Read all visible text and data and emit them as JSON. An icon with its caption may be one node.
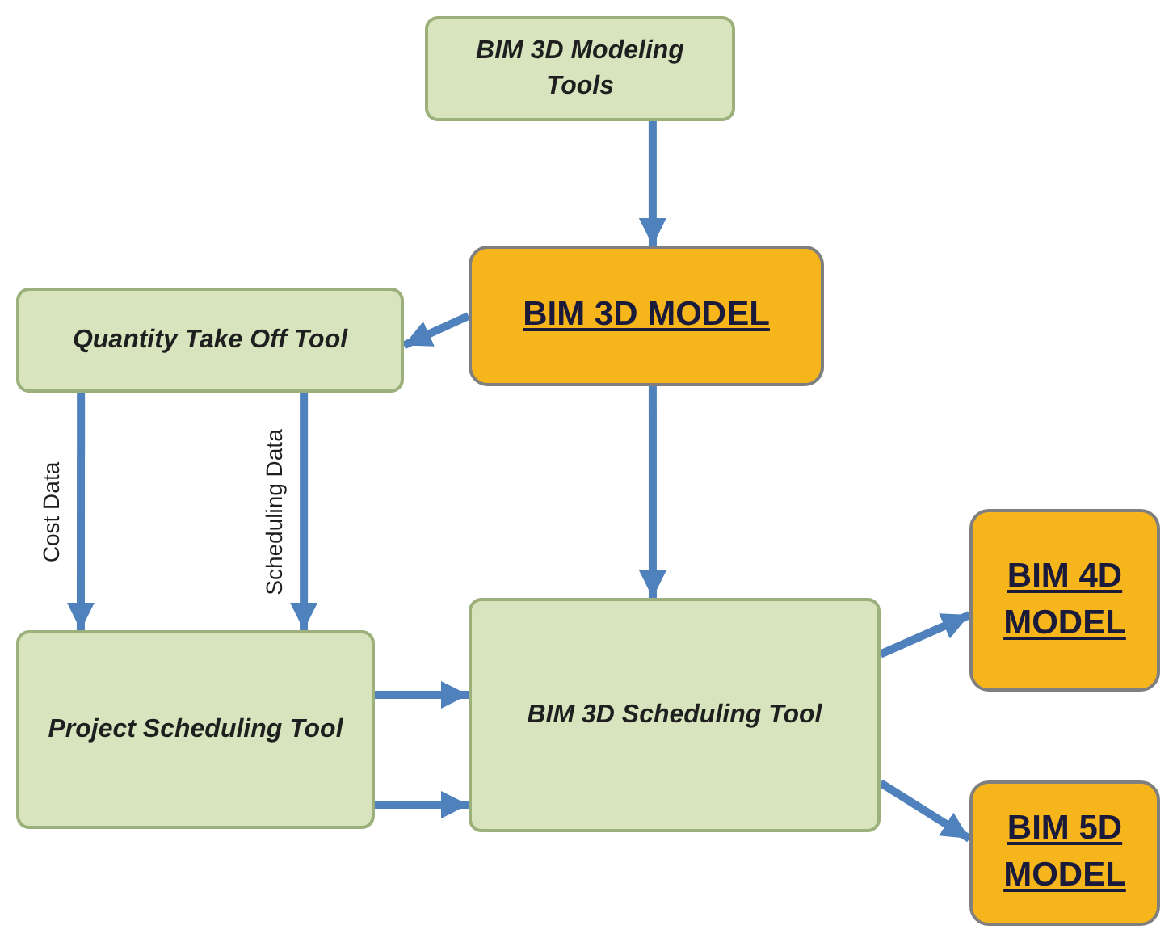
{
  "diagram": {
    "nodes": [
      {
        "text": [
          "BIM 3D Modeling Tools"
        ]
      },
      {
        "text": [
          "BIM 3D MODEL"
        ]
      },
      {
        "text": [
          "Quantity Take Off Tool"
        ]
      },
      {
        "text": [
          "Project Scheduling Tool"
        ]
      },
      {
        "text": [
          "BIM 3D Scheduling Tool"
        ]
      },
      {
        "text": [
          "BIM 4D MODEL"
        ]
      },
      {
        "text": [
          "BIM 5D MODEL"
        ]
      }
    ],
    "edges": [
      {
        "from": 0,
        "to": 1,
        "arrow": "to"
      },
      {
        "from": 1,
        "to": 2,
        "arrow": "to"
      },
      {
        "from": 2,
        "to": 3,
        "arrow": "to",
        "label": "Cost Data"
      },
      {
        "from": 2,
        "to": 3,
        "arrow": "to",
        "label": "Scheduling Data"
      },
      {
        "from": 1,
        "to": 4,
        "arrow": "to"
      },
      {
        "from": 3,
        "to": 4,
        "arrow": "to"
      },
      {
        "from": 3,
        "to": 4,
        "arrow": "to"
      },
      {
        "from": 4,
        "to": 5,
        "arrow": "to"
      },
      {
        "from": 4,
        "to": 6,
        "arrow": "to"
      }
    ]
  }
}
